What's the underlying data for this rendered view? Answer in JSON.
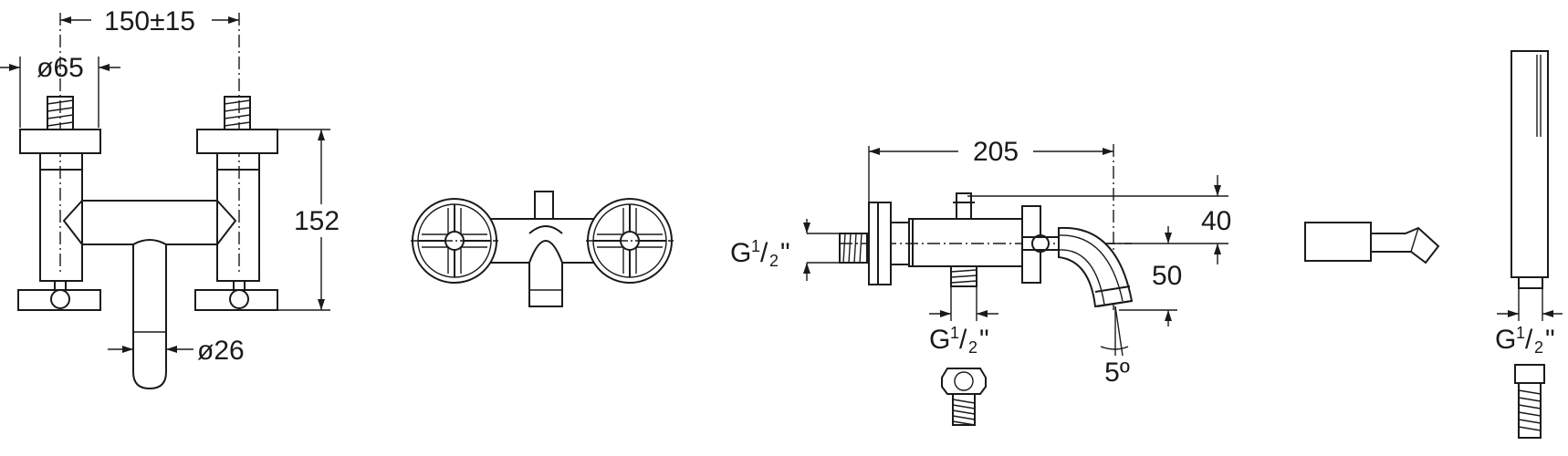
{
  "dimensions": {
    "center_distance": "150±15",
    "handle_diameter": "ø65",
    "height": "152",
    "spout_diameter": "ø26",
    "length": "205",
    "offset_top": "40",
    "offset_spout": "50",
    "spout_angle": "5º",
    "thread": {
      "main": "G",
      "numerator": "1",
      "slash": "/",
      "denominator": "2",
      "inch": "\""
    }
  }
}
